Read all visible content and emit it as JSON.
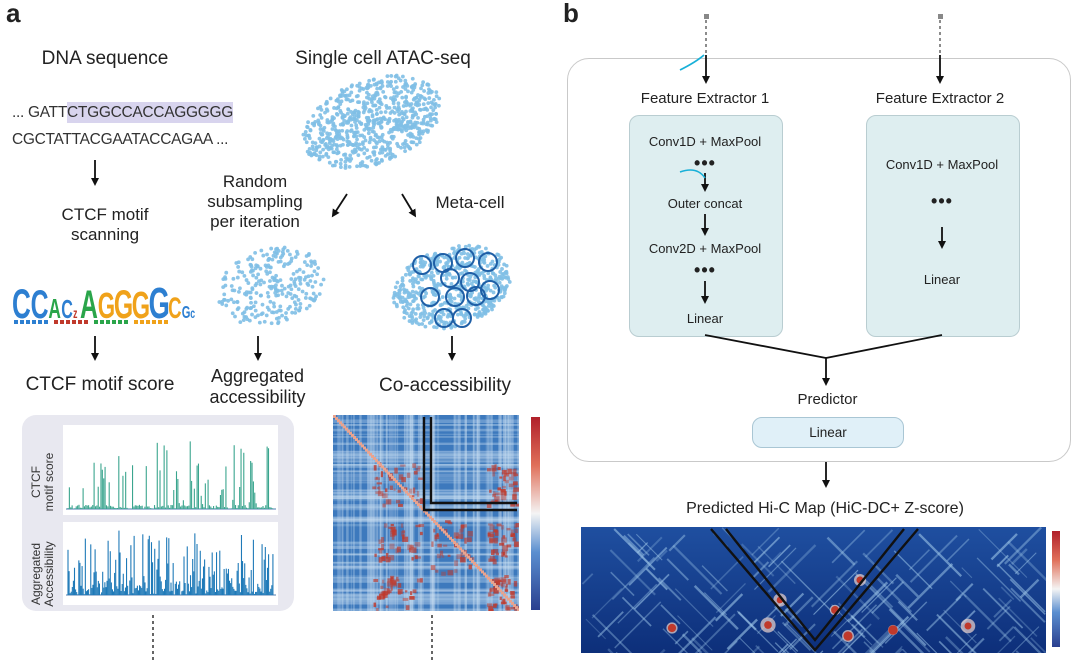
{
  "panel_a": {
    "letter": "a",
    "dna": {
      "title": "DNA sequence",
      "line1_prefix": "... GATT",
      "line1_highlight": "CTGGCCACCAGGGGG",
      "line2": "CGCTATTACGAATACCAGAA ..."
    },
    "ctcf_scanning": {
      "line1": "CTCF motif",
      "line2": "scanning"
    },
    "motif_logo_letters": "CCACzAGGGGCGc",
    "ctcf_score": "CTCF motif score",
    "atac": {
      "title": "Single cell ATAC-seq"
    },
    "random": {
      "line1": "Random",
      "line2": "subsampling",
      "line3": "per iteration"
    },
    "metacell": "Meta-cell",
    "aggregated": {
      "line1": "Aggregated",
      "line2": "accessibility"
    },
    "coaccess": "Co-accessibility",
    "tracks": {
      "top_ylabel_1": "CTCF",
      "top_ylabel_2": "motif score",
      "bottom_ylabel_1": "Aggregated",
      "bottom_ylabel_2": "Accessibility"
    }
  },
  "panel_b": {
    "letter": "b",
    "fe1": {
      "title": "Feature Extractor 1",
      "items": [
        "Conv1D + MaxPool",
        "Outer concat",
        "Conv2D + MaxPool",
        "Linear"
      ]
    },
    "fe2": {
      "title": "Feature Extractor 2",
      "items": [
        "Conv1D + MaxPool",
        "Linear"
      ]
    },
    "ellipsis": "•••",
    "predictor": "Predictor",
    "linear": "Linear",
    "predicted_title": "Predicted Hi-C Map (HiC-DC+ Z-score)"
  },
  "colors": {
    "cells": "#7fbfe6",
    "metacell_ring": "#1f5fa6",
    "track_top": "#3aa58e",
    "track_bottom": "#1f7ab8",
    "heat_blue": "#1f4f9c",
    "heat_red": "#c0392b",
    "highlight": "#d8d4ee",
    "cyan_arrow": "#18b0d8"
  }
}
